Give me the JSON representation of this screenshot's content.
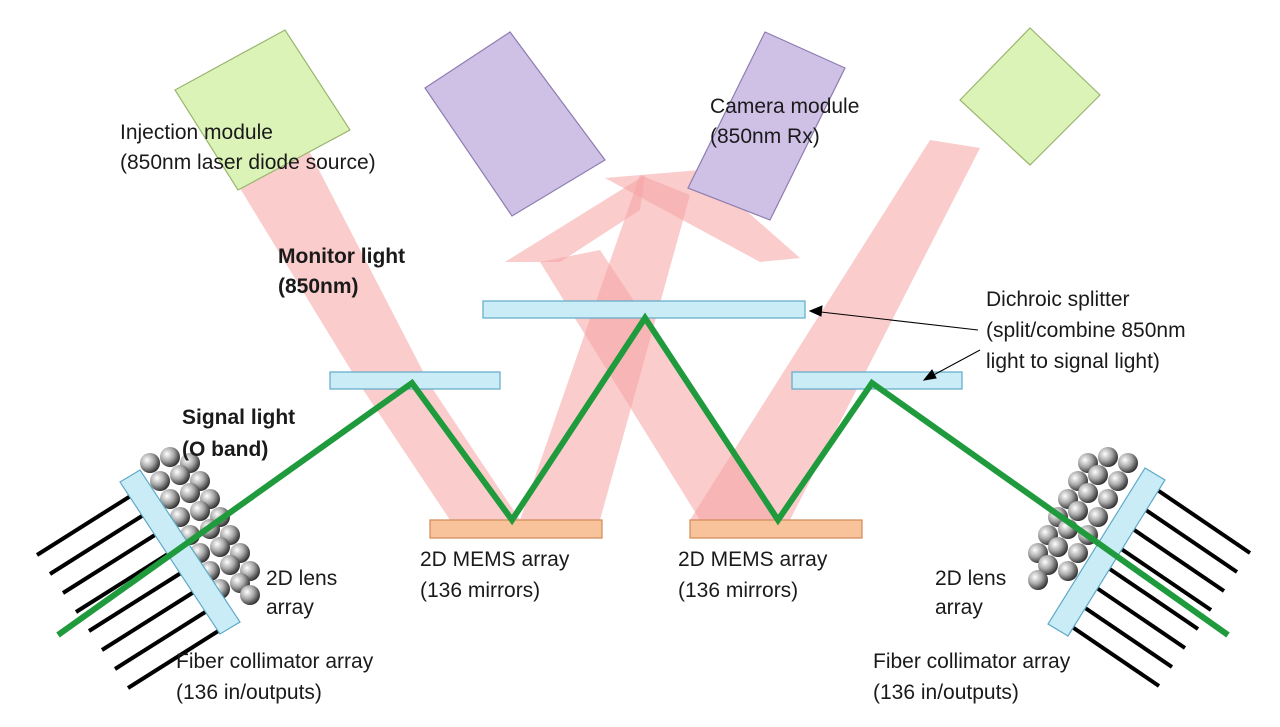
{
  "labels": {
    "injection_module": [
      "Injection module",
      "(850nm laser diode source)"
    ],
    "camera_module": [
      "Camera module",
      "(850nm Rx)"
    ],
    "monitor_light": [
      "Monitor light",
      "(850nm)"
    ],
    "dichroic_splitter": [
      "Dichroic splitter",
      "(split/combine 850nm",
      "light to signal light)"
    ],
    "signal_light": [
      "Signal light",
      "(O band)"
    ],
    "mems_left": [
      "2D MEMS array",
      "(136 mirrors)"
    ],
    "mems_right": [
      "2D MEMS array",
      "(136 mirrors)"
    ],
    "lens_left": [
      "2D lens",
      "array"
    ],
    "lens_right": [
      "2D lens",
      "array"
    ],
    "collimator_left": [
      "Fiber collimator array",
      "(136 in/outputs)"
    ],
    "collimator_right": [
      "Fiber collimator array",
      "(136 in/outputs)"
    ]
  },
  "colors": {
    "monitor_beam": "#f5a3a3",
    "signal_path": "#1f9a3c",
    "splitter": "#c9ecf7",
    "mems": "#f8c39a",
    "injection_box": "#dcf3b8",
    "camera_box": "#cfc0e6"
  }
}
